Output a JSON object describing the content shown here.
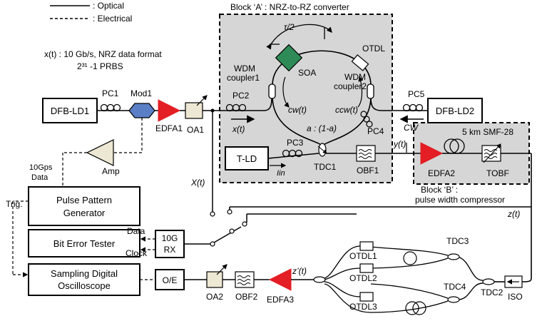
{
  "legend": {
    "optical": ": Optical",
    "electrical": ": Electrical"
  },
  "signal_desc": {
    "line1": "x(t) : 10 Gb/s, NRZ data format",
    "line2": "2³¹ -1 PRBS"
  },
  "block_a": {
    "title": "Block ‘A’ : NRZ-to-RZ converter",
    "tau": "τ/2",
    "soa": "SOA",
    "otdl": "OTDL",
    "wdm1": [
      "WDM",
      "coupler1"
    ],
    "wdm2": [
      "WDM",
      "coupler2"
    ],
    "pc2": "PC2",
    "pc4": "PC4",
    "pc3": "PC3",
    "cw": "cw(t)",
    "ccw": "ccw(t)",
    "ratio": "a : (1-a)",
    "tld": "T-LD",
    "iin": "Iin",
    "tdc1": "TDC1",
    "obf1": "OBF1",
    "xt": "x(t)"
  },
  "block_b": {
    "title_line1": "Block ‘B’ :",
    "title_line2": "pulse width compressor",
    "smf": "5 km SMF-28",
    "edfa2": "EDFA2",
    "tobf": "TOBF"
  },
  "left_chain": {
    "dfb1": "DFB-LD1",
    "pc1": "PC1",
    "mod1": "Mod1",
    "edfa1": "EDFA1",
    "oa1": "OA1",
    "amp": "Amp",
    "data_rate_line1": "10Gps",
    "data_rate_line2": "Data"
  },
  "right_chain": {
    "pc5": "PC5",
    "dfb2": "DFB-LD2",
    "cw": "CW",
    "yt": "y(t)",
    "zt": "z(t)",
    "Xt": "X(t)"
  },
  "instruments": {
    "ppg_line1": "Pulse Pattern",
    "ppg_line2": "Generator",
    "bert": "Bit Error Tester",
    "trig": "Trig.",
    "rx_line1": "10G",
    "rx_line2": "RX",
    "data": "Data",
    "clock": "Clock",
    "scope_line1": "Sampling Digital",
    "scope_line2": "Oscilloscope",
    "oe": "O/E",
    "oa2": "OA2",
    "obf2": "OBF2",
    "edfa3": "EDFA3",
    "zprime": "z’(t)"
  },
  "mux": {
    "otdl1": "OTDL1",
    "otdl2": "OTDL2",
    "otdl3": "OTDL3",
    "tdc3": "TDC3",
    "tdc4": "TDC4",
    "tdc2": "TDC2",
    "iso": "ISO"
  },
  "colors": {
    "block_fill": "#d6d6d6",
    "soa_green": "#2e8b57",
    "edfa_red": "#e31e24",
    "mod_blue": "#5b7fc6",
    "oa_beige": "#ede8d3"
  }
}
